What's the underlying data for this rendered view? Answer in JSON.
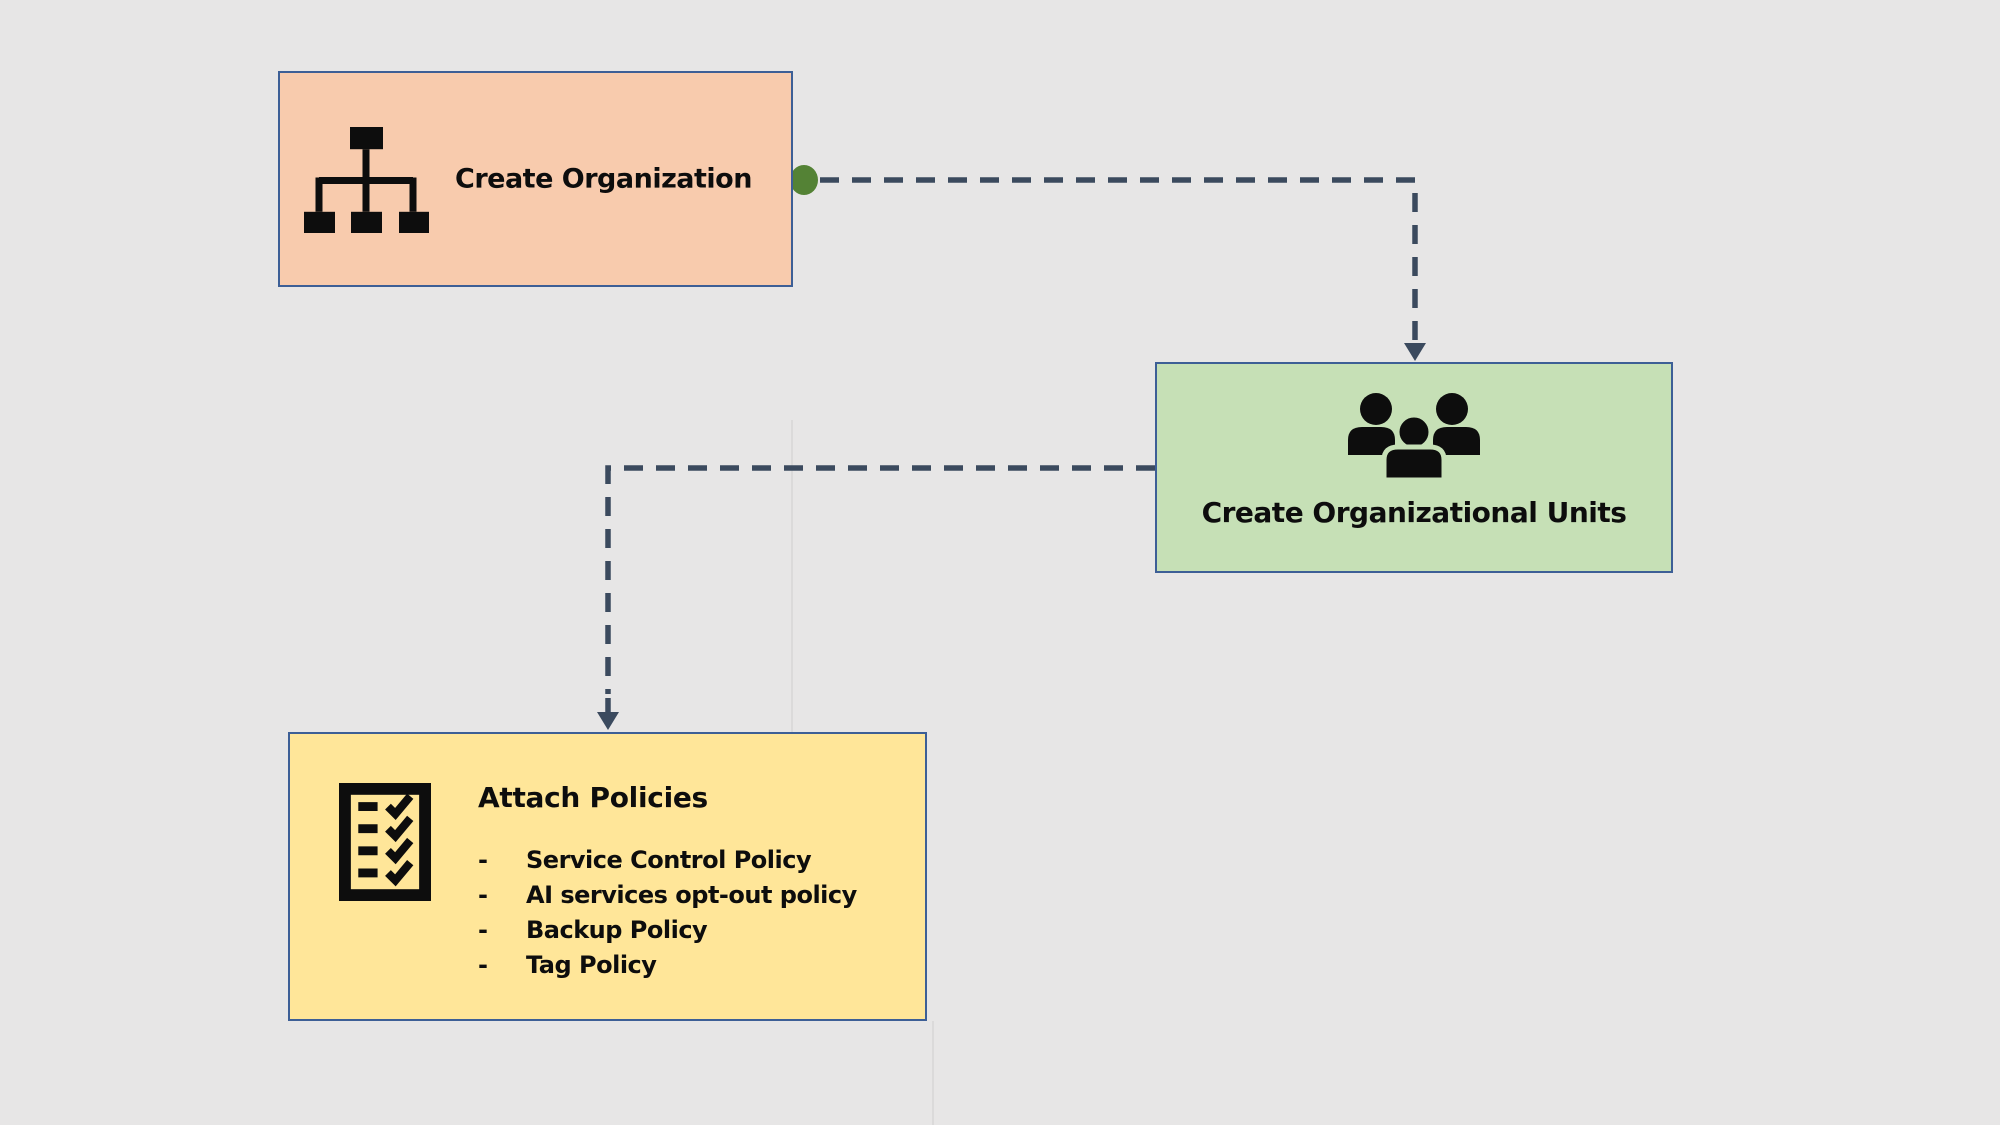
{
  "colors": {
    "background": "#e7e6e6",
    "node_border": "#3d5f96",
    "org_fill": "#f8cbad",
    "ou_fill": "#c6e0b6",
    "policies_fill": "#ffe699",
    "connector": "#3b4a5e",
    "start_dot": "#548235",
    "icon": "#0d0d0d",
    "text": "#0d0d0d"
  },
  "diagram": {
    "nodes": [
      {
        "label": "Create Organization",
        "icon": "org-hierarchy-icon",
        "fill": "#f8cbad"
      },
      {
        "label": "Create Organizational Units",
        "icon": "group-people-icon",
        "fill": "#c6e0b6"
      },
      {
        "title": "Attach Policies",
        "icon": "checklist-icon",
        "fill": "#ffe699",
        "bullet": "-",
        "items": [
          "Service Control Policy",
          "AI services opt-out policy",
          "Backup Policy",
          "Tag Policy"
        ]
      }
    ],
    "connectors": [
      {
        "from": "Create Organization",
        "to": "Create Organizational Units",
        "style": "dashed",
        "start_marker": "green-dot",
        "end_marker": "arrow-down"
      },
      {
        "from": "Create Organizational Units",
        "to": "Attach Policies",
        "style": "dashed",
        "end_marker": "arrow-down"
      }
    ]
  }
}
